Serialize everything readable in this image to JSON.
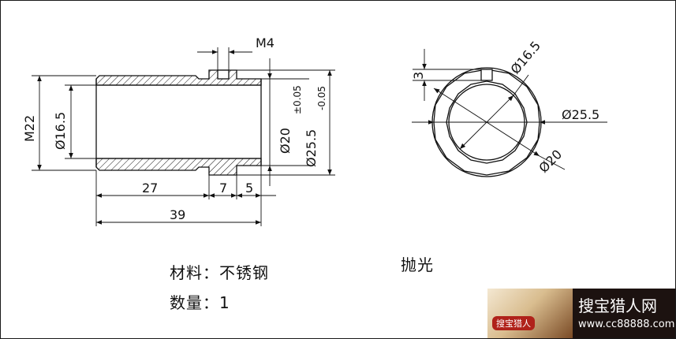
{
  "side_view": {
    "dims": {
      "m4": "M4",
      "m22": "M22",
      "d16_5": "Ø16.5",
      "d20": "Ø20",
      "tol_20": "±0.05",
      "d25_5": "Ø25.5",
      "tol_25_5": "-0.05",
      "len_27": "27",
      "len_7": "7",
      "len_5": "5",
      "len_39": "39"
    }
  },
  "end_view": {
    "dims": {
      "d16_5": "Ø16.5",
      "d25_5": "Ø25.5",
      "d20": "Ø20",
      "len_3": "3"
    }
  },
  "notes": {
    "material": "材料：不锈钢",
    "quantity": "数量：1",
    "finish": "抛光"
  },
  "watermark": {
    "logo_text": "搜宝猎人",
    "site_name": "搜宝猎人网",
    "url": "www.cc88888.com"
  },
  "colors": {
    "line": "#111111",
    "background": "#ffffff"
  }
}
